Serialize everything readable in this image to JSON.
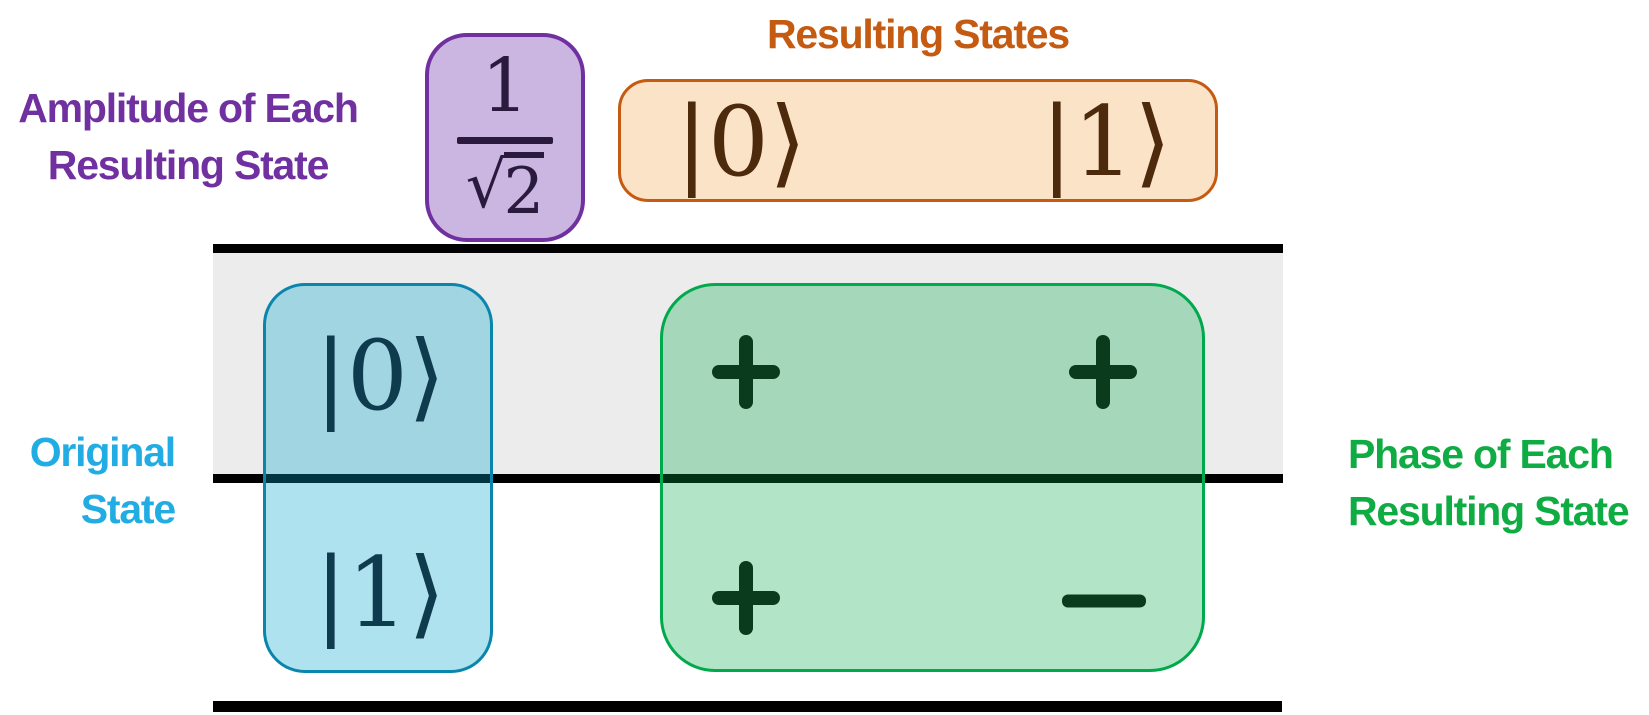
{
  "labels": {
    "amplitude": {
      "line1": "Amplitude of Each",
      "line2": "Resulting State"
    },
    "resulting_states": "Resulting States",
    "original_state": {
      "line1": "Original",
      "line2": "State"
    },
    "phase": {
      "line1": "Phase of Each",
      "line2": "Resulting State"
    }
  },
  "amplitude_box": {
    "numerator": "1",
    "radical": "√",
    "radicand": "2",
    "value": "1/√2"
  },
  "resulting_states": {
    "col0": "|0⟩",
    "col1": "|1⟩"
  },
  "original_states": {
    "row0": "|0⟩",
    "row1": "|1⟩"
  },
  "phases": {
    "r0c0": "+",
    "r0c1": "+",
    "r1c0": "+",
    "r1c1": "−"
  },
  "colors": {
    "amplitude_accent": "#7030A0",
    "amplitude_fill": "#CBB5E1",
    "resulting_accent": "#C55A11",
    "resulting_fill": "#FBE3C8",
    "original_accent": "#21ADE4",
    "original_border": "#0A85AC",
    "original_fill_rgba": "rgba(2,165,205,0.32)",
    "phase_accent": "#0FAC44",
    "phase_border": "#00A94C",
    "phase_fill_rgba": "rgba(0,168,70,0.30)",
    "sign_color": "#0A3B1C",
    "table_band": "#ECECEC",
    "table_rule": "#000000"
  }
}
